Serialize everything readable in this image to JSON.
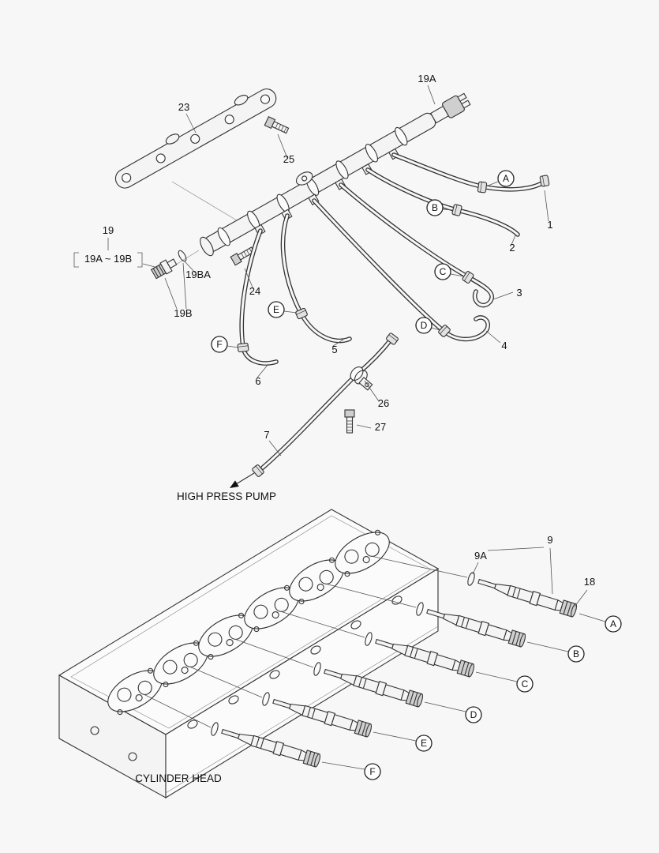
{
  "canvas": {
    "bg": "#f7f7f7",
    "ink": "#2b2b2b",
    "paper": "#ffffff"
  },
  "labels": {
    "p23": "23",
    "p25": "25",
    "p19a": "19A",
    "p1": "1",
    "p2": "2",
    "p3": "3",
    "p4": "4",
    "p5": "5",
    "p6": "6",
    "p7": "7",
    "p19": "19",
    "p19range": "19A ~ 19B",
    "p19ba": "19BA",
    "p24": "24",
    "p19b": "19B",
    "p26": "26",
    "p27": "27",
    "p9a": "9A",
    "p9": "9",
    "p18": "18"
  },
  "captions": {
    "high_press_pump": "HIGH PRESS PUMP",
    "cylinder_head": "CYLINDER HEAD"
  },
  "pipe_connectors": [
    "A",
    "B",
    "C",
    "D",
    "E",
    "F"
  ],
  "injector_connectors": [
    "A",
    "B",
    "C",
    "D",
    "E",
    "F"
  ]
}
